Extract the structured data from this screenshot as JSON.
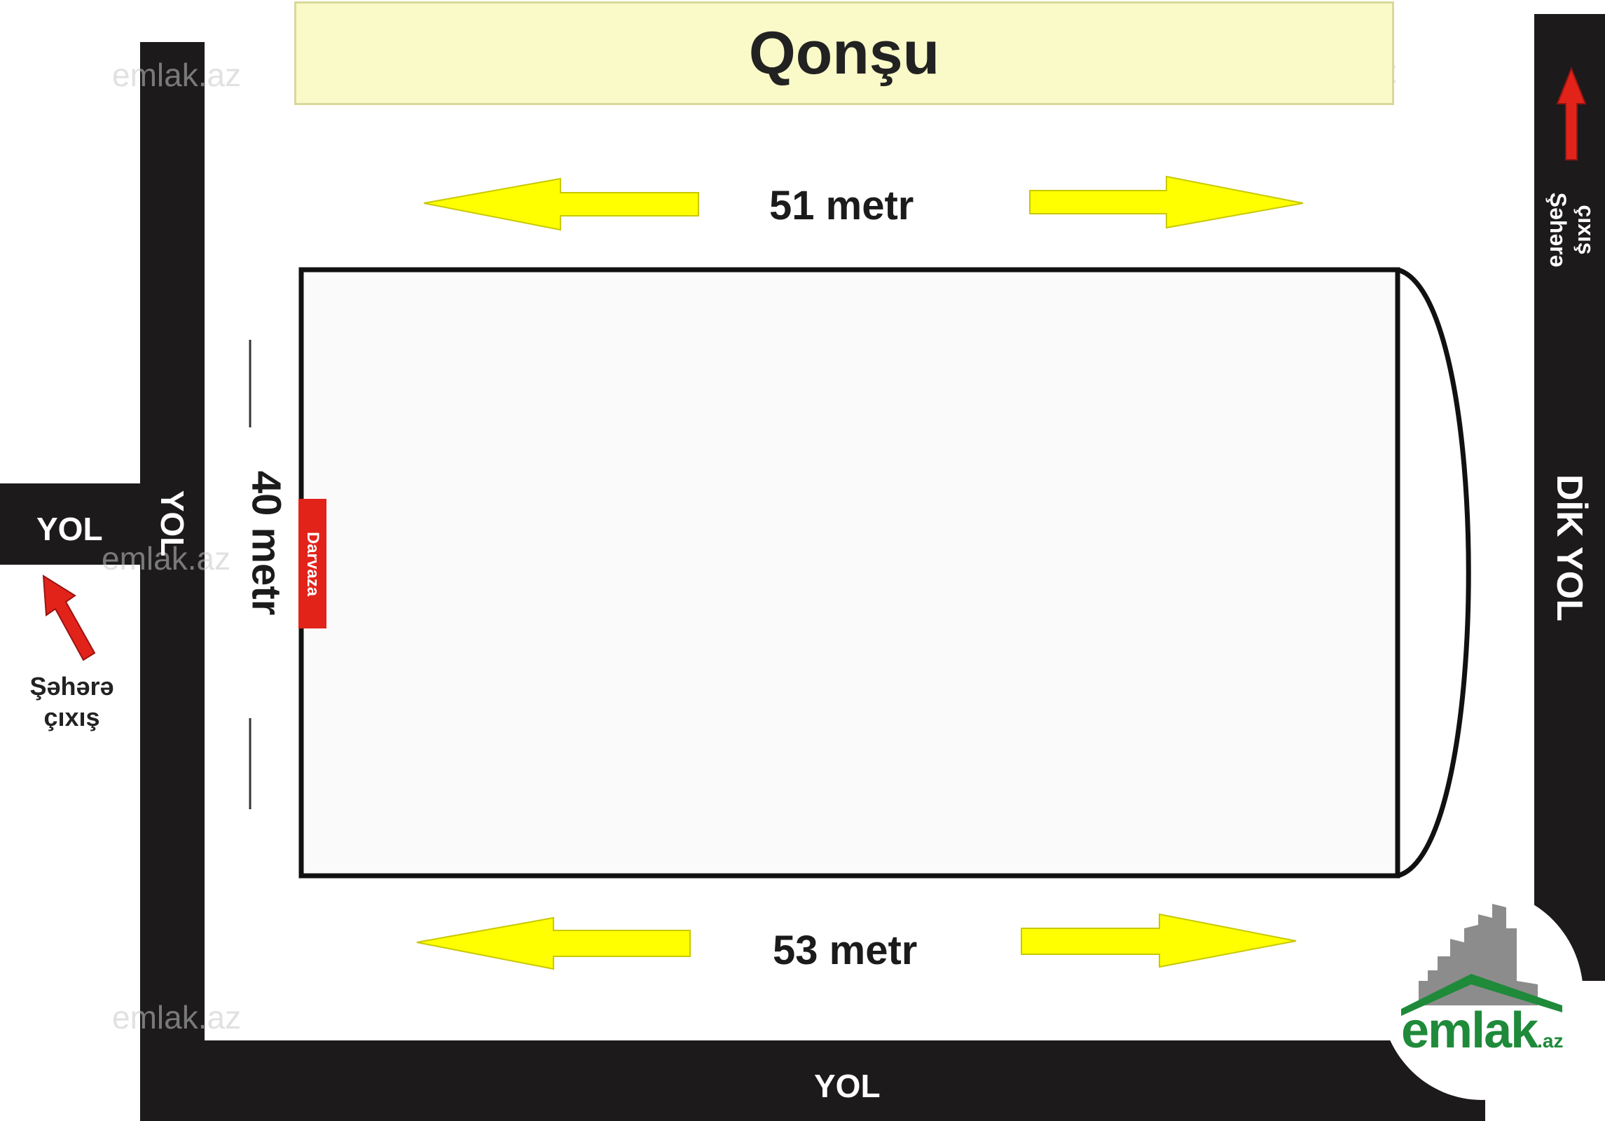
{
  "labels": {
    "neighbor": "Qonşu",
    "top_dimension": "51 metr",
    "bottom_dimension": "53 metr",
    "left_dimension": "40 metr",
    "gate": "Darvaza",
    "road_left_horizontal": "YOL",
    "road_left_vertical": "YOL",
    "road_bottom": "YOL",
    "road_right": "DİK YOL",
    "exit_left_line1": "Şəhərə",
    "exit_left_line2": "çıxış",
    "exit_right_line1": "Şəhərə",
    "exit_right_line2": "çıxış"
  },
  "logo": {
    "brand": "emlak",
    "suffix": ".az"
  },
  "watermark_text": "emlak.az",
  "colors": {
    "road": "#1c1a1b",
    "neighbor_fill": "#fafac8",
    "arrow_yellow": "#ffff00",
    "arrow_red": "#e2231a",
    "gate_red": "#e2231a",
    "logo_green": "#1f8a3a",
    "logo_gray": "#8c8c8c"
  }
}
